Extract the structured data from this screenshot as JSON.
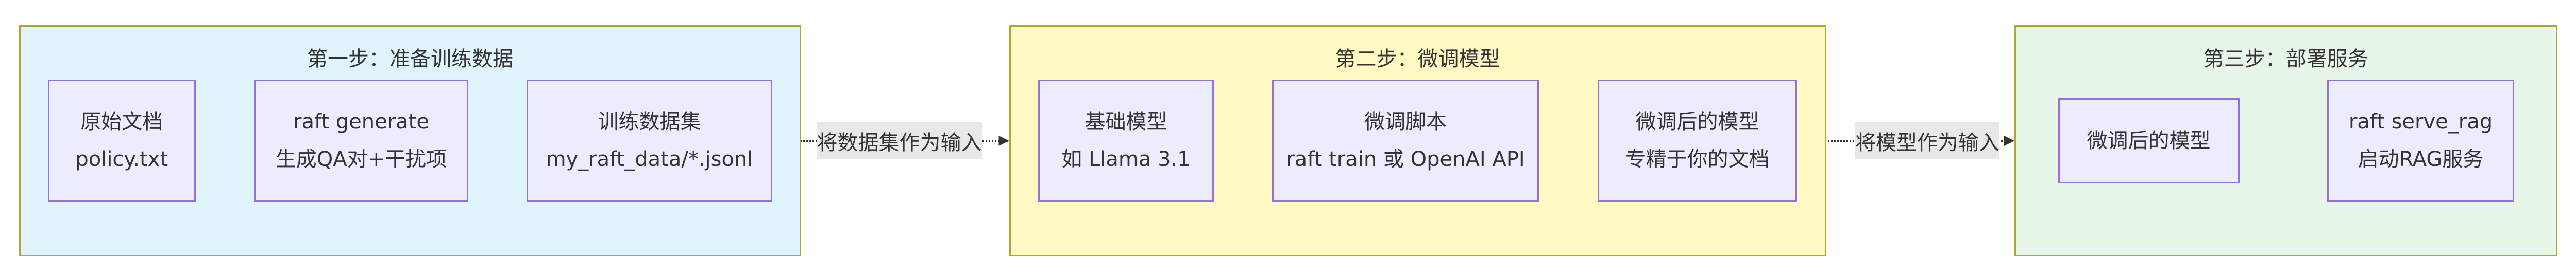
{
  "colors": {
    "stage1_fill": "#e0f4fc",
    "stage2_fill": "#fff9c4",
    "stage3_fill": "#e8f5e9",
    "cluster_stroke": "#aaaa33",
    "node_fill": "#ECECFF",
    "node_stroke": "#9370DB",
    "edge": "#333333",
    "edge_label_bg": "#e8e8e8"
  },
  "stages": [
    {
      "title": "第一步：准备训练数据",
      "nodes": [
        {
          "line1": "原始文档",
          "line2": "policy.txt"
        },
        {
          "line1": "raft generate",
          "line2": "生成QA对+干扰项"
        },
        {
          "line1": "训练数据集",
          "line2": "my_raft_data/*.jsonl"
        }
      ]
    },
    {
      "title": "第二步：微调模型",
      "nodes": [
        {
          "line1": "基础模型",
          "line2": "如 Llama 3.1"
        },
        {
          "line1": "微调脚本",
          "line2": "raft train 或 OpenAI API"
        },
        {
          "line1": "微调后的模型",
          "line2": "专精于你的文档"
        }
      ]
    },
    {
      "title": "第三步：部署服务",
      "nodes": [
        {
          "line1": "微调后的模型"
        },
        {
          "line1": "raft serve_rag",
          "line2": "启动RAG服务"
        }
      ]
    }
  ],
  "edge_labels": {
    "to_stage2": "将数据集作为输入",
    "to_stage3": "将模型作为输入"
  }
}
